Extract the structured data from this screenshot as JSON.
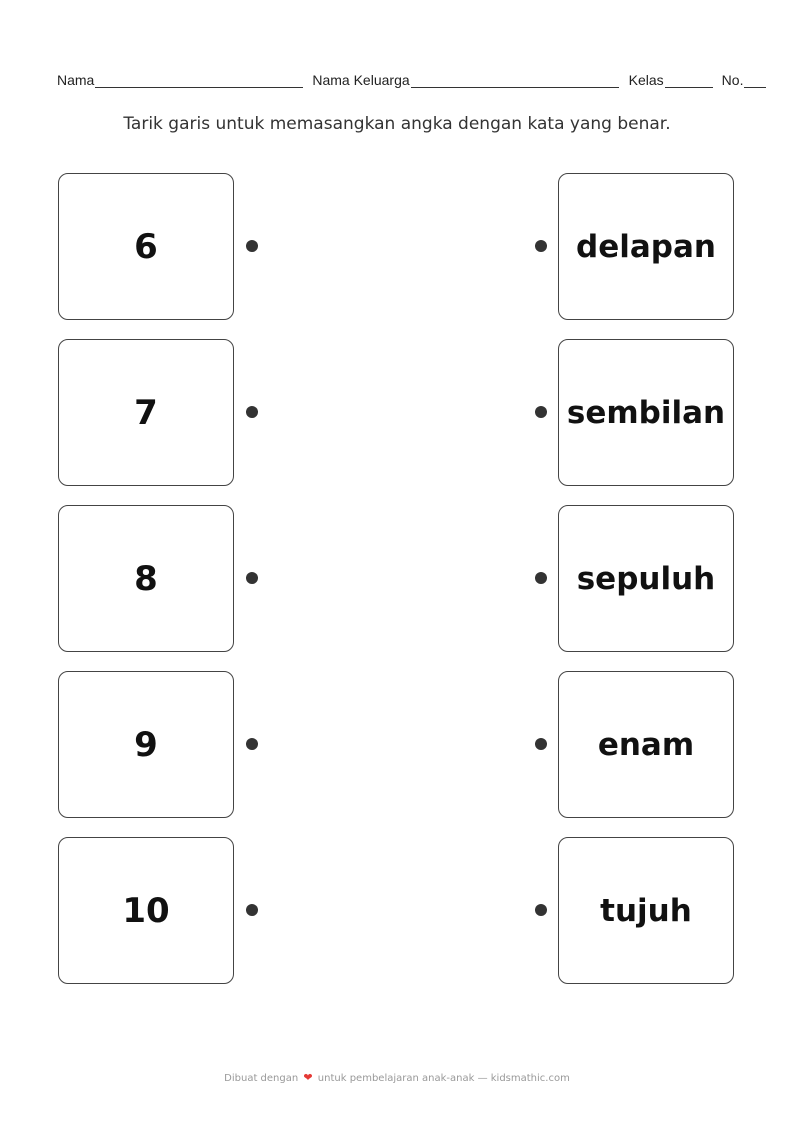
{
  "header": {
    "name_label": "Nama",
    "family_label": "Nama Keluarga",
    "class_label": "Kelas",
    "number_label": "No."
  },
  "instruction": "Tarik garis untuk memasangkan angka dengan kata yang benar.",
  "numbers": [
    "6",
    "7",
    "8",
    "9",
    "10"
  ],
  "words": [
    "delapan",
    "sembilan",
    "sepuluh",
    "enam",
    "tujuh"
  ],
  "footer": {
    "before": "Dibuat dengan",
    "icon": "heart-icon",
    "after": "untuk pembelajaran anak-anak — kidsmathic.com",
    "heart_color": "#e53935"
  }
}
